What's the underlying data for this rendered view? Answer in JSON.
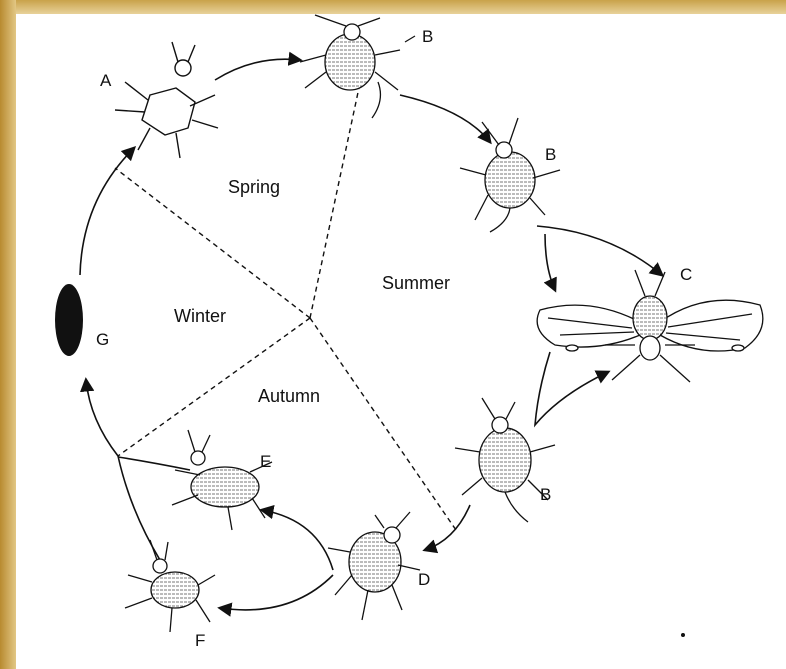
{
  "seasons": {
    "spring": "Spring",
    "summer": "Summer",
    "autumn": "Autumn",
    "winter": "Winter"
  },
  "stages": {
    "a": "A",
    "b1": "B",
    "b2": "B",
    "b3": "B",
    "c": "C",
    "d": "D",
    "e": "E",
    "f": "F",
    "g": "G"
  },
  "colors": {
    "border_gold": "#c9a24a",
    "background": "#ffffff",
    "ink": "#111111"
  }
}
